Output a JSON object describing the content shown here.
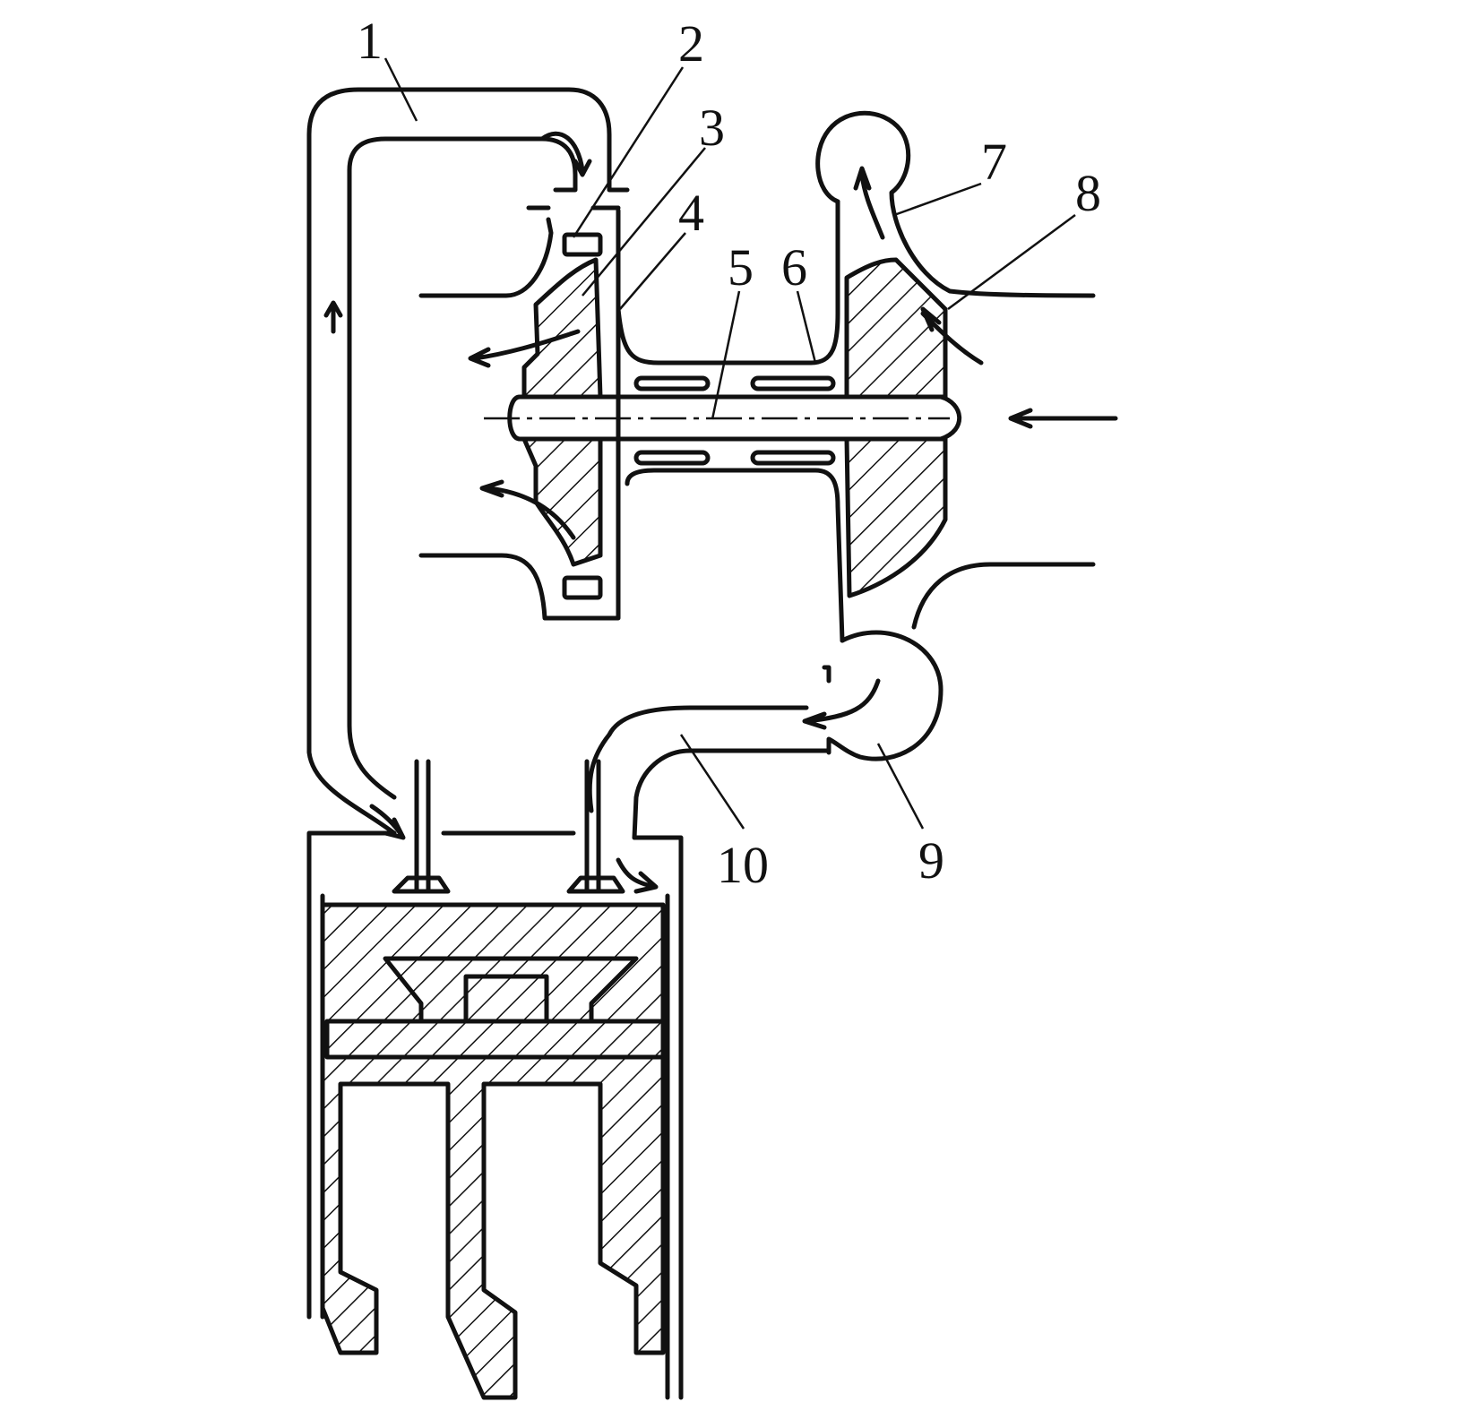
{
  "title": "Turbocharged engine schematic",
  "colors": {
    "line": "#111111",
    "background": "#ffffff"
  },
  "labels": [
    {
      "id": "1",
      "text": "1"
    },
    {
      "id": "2",
      "text": "2"
    },
    {
      "id": "3",
      "text": "3"
    },
    {
      "id": "4",
      "text": "4"
    },
    {
      "id": "5",
      "text": "5"
    },
    {
      "id": "6",
      "text": "6"
    },
    {
      "id": "7",
      "text": "7"
    },
    {
      "id": "8",
      "text": "8"
    },
    {
      "id": "9",
      "text": "9"
    },
    {
      "id": "10",
      "text": "10"
    }
  ]
}
